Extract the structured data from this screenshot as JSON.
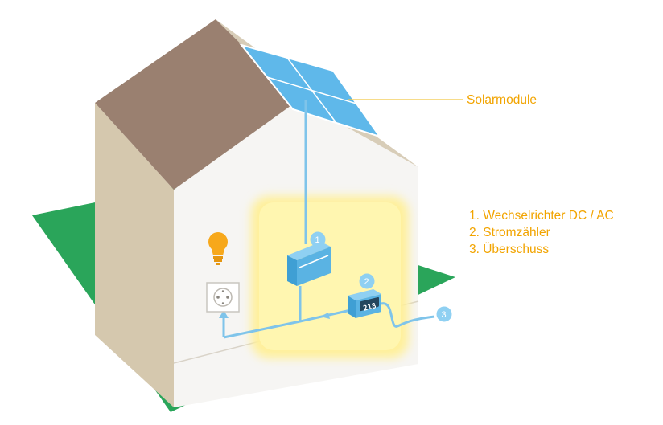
{
  "labels": {
    "solar_modules": "Solarmodule"
  },
  "legend": {
    "items": [
      "1. Wechselrichter DC / AC",
      "2. Stromzähler",
      "3. Überschuss"
    ]
  },
  "badges": {
    "inverter": "1",
    "meter": "2",
    "surplus": "3"
  },
  "meter_display": "218",
  "colors": {
    "accent_text": "#f2a400",
    "ground": "#2aa55a",
    "roof": "#9a8070",
    "wall_side": "#d5c8ae",
    "wall_front": "#f6f5f3",
    "glow": "#fff4a8",
    "glow_edge": "#fff09a",
    "wire": "#7fc4ea",
    "device": "#5ab3e3",
    "solar_panel": "#5fb8ea",
    "bulb": "#f7a81b"
  }
}
